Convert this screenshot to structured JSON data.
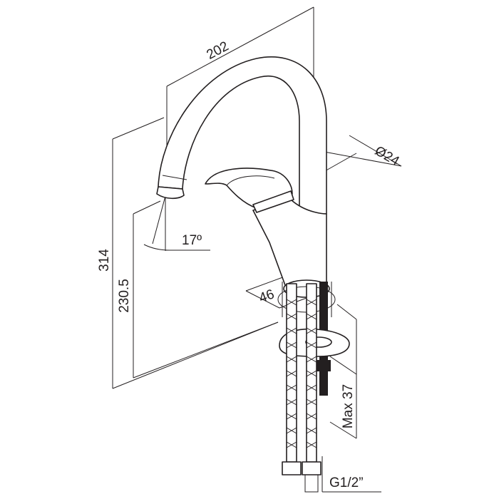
{
  "drawing": {
    "dimensions": {
      "spout_reach": "202",
      "spout_diameter": "Ø24",
      "spout_angle": "17º",
      "total_height": "314",
      "spout_height": "230.5",
      "base_diameter": "46",
      "max_countertop": "Max 37",
      "connection_thread": "G1/2”"
    }
  }
}
